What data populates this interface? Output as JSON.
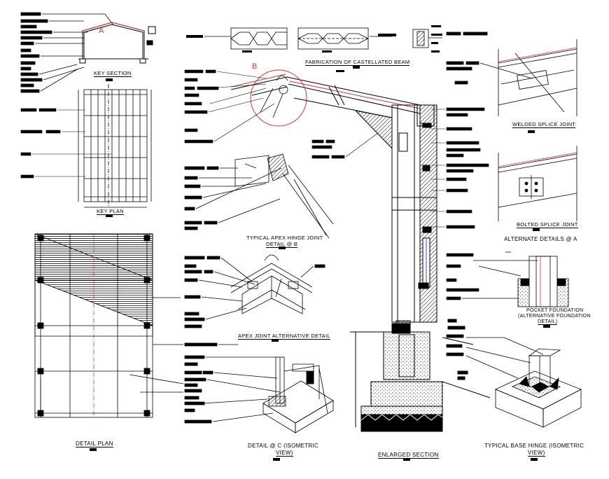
{
  "sheet": {
    "markers": {
      "a": "A",
      "b": "B"
    },
    "titles": {
      "key_section": "KEY SECTION",
      "key_plan": "KEY PLAN",
      "fabrication": "FABRICATION OF CASTELLATED BEAM",
      "welded_splice": "WELDED SPLICE JOINT",
      "bolted_splice": "BOLTED SPLICE JOINT",
      "alternate_details": "ALTERNATE DETAILS @ A",
      "apex_hinge_1": "TYPICAL APEX HINGE JOINT",
      "apex_hinge_2": "DETAIL @ B",
      "apex_alt": "APEX JOINT ALTERNATIVE DETAIL",
      "pocket_1": "POCKET FOUNDATION",
      "pocket_2": "(ALTERNATIVE FOUNDATION",
      "pocket_3": "DETAIL)",
      "detail_plan": "DETAIL PLAN",
      "detail_c_1": "DETAIL @ C (ISOMETRIC",
      "detail_c_2": "VIEW)",
      "enlarged_section": "ENLARGED SECTION",
      "base_hinge_1": "TYPICAL BASE HINGE (ISOMETRIC",
      "base_hinge_2": "VIEW)"
    },
    "colors": {
      "ink": "#000000",
      "accent_red": "#d33333",
      "background": "#ffffff"
    }
  }
}
